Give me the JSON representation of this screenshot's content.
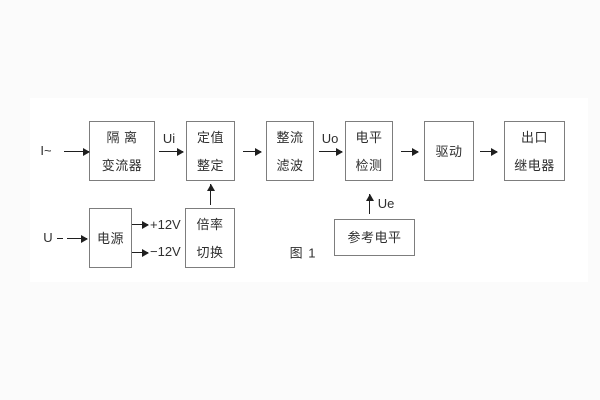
{
  "figure": {
    "caption": "图 1",
    "inputs": {
      "current": "I~",
      "voltage": "U"
    },
    "signals": {
      "ui": "Ui",
      "uo": "Uo",
      "ue": "Ue",
      "pos12v": "+12V",
      "neg12v": "−12V"
    },
    "blocks": {
      "isolation_transformer": {
        "line1": "隔 离",
        "line2": "变流器"
      },
      "setting_adjust": {
        "line1": "定值",
        "line2": "整定"
      },
      "rectifier_filter": {
        "line1": "整流",
        "line2": "滤波"
      },
      "level_detect": {
        "line1": "电平",
        "line2": "检测"
      },
      "drive": {
        "label": "驱动"
      },
      "output_relay": {
        "line1": "出口",
        "line2": "继电器"
      },
      "power_supply": {
        "label": "电源"
      },
      "ratio_switch": {
        "line1": "倍率",
        "line2": "切换"
      },
      "reference_level": {
        "label": "参考电平"
      }
    },
    "colors": {
      "background": "#fbfbfb",
      "card": "#ffffff",
      "box_border": "#7d7d7d",
      "line": "#1f1f1f",
      "text": "#2f2f2f"
    }
  }
}
